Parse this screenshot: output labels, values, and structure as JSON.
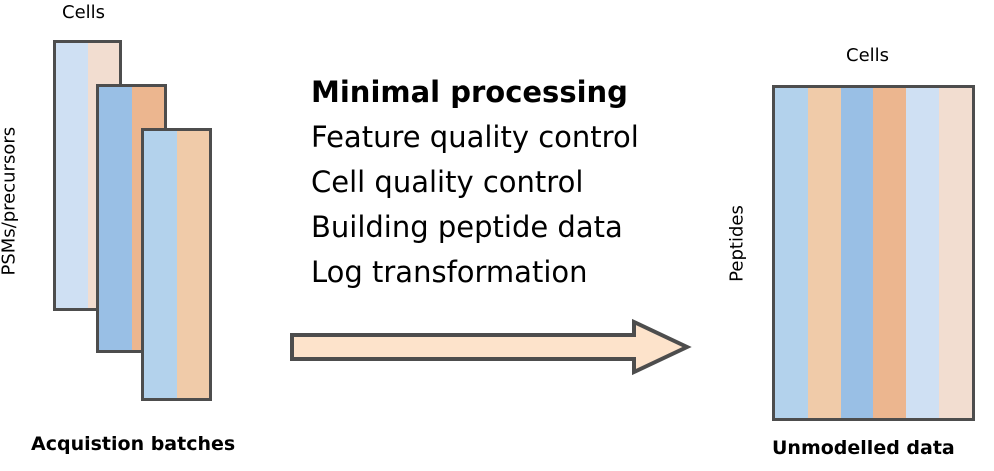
{
  "left": {
    "cells_label": "Cells",
    "row_label": "PSMs/precursors",
    "caption": "Acquistion batches",
    "batches": [
      {
        "colors": [
          "#cfe0f3",
          "#f2ddd0"
        ]
      },
      {
        "colors": [
          "#99bfe5",
          "#ecb68f"
        ]
      },
      {
        "colors": [
          "#b3d2ec",
          "#f0cba9"
        ]
      }
    ]
  },
  "steps": {
    "title": "Minimal processing",
    "items": [
      "Feature quality control",
      "Cell quality control",
      "Building peptide data",
      "Log transformation"
    ]
  },
  "arrow": {
    "fill": "#fde3cb",
    "stroke": "#4d4d4d"
  },
  "right": {
    "cells_label": "Cells",
    "row_label": "Peptides",
    "caption": "Unmodelled data",
    "columns": [
      "#b3d2ec",
      "#f0cba9",
      "#99bfe5",
      "#ecb68f",
      "#cfe0f3",
      "#f2ddd0"
    ]
  }
}
